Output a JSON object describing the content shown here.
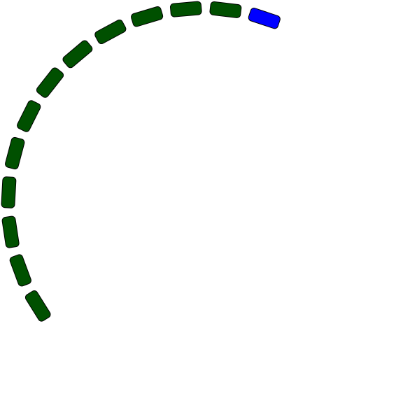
{
  "progress": {
    "total_segments": 13,
    "completed_segments": 12,
    "active_segment_index": 12,
    "colors": {
      "completed": "#005000",
      "active": "#0000ff",
      "background": "#ffffff",
      "outline": "#000000"
    }
  }
}
